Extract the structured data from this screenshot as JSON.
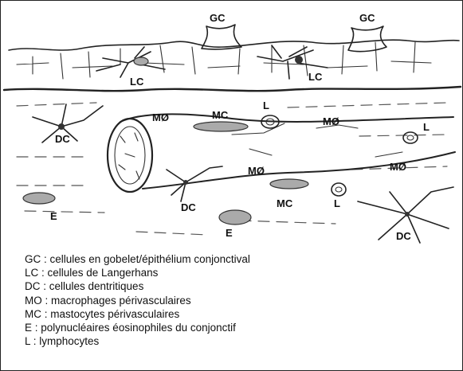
{
  "labels": {
    "gc_left": "GC",
    "gc_right": "GC",
    "lc_left": "LC",
    "lc_right": "LC",
    "dc_left": "DC",
    "dc_center": "DC",
    "dc_right": "DC",
    "mo_top_left": "MØ",
    "mo_top_right": "MØ",
    "mo_center": "MØ",
    "mo_right": "MØ",
    "mc_top": "MC",
    "mc_bottom": "MC",
    "l_top": "L",
    "l_right": "L",
    "l_bottom": "L",
    "e_left": "E",
    "e_center": "E"
  },
  "legend": [
    "GC : cellules en gobelet/épithélium conjonctival",
    "LC : cellules de Langerhans",
    "DC : cellules dentritiques",
    "MO : macrophages périvasculaires",
    "MC : mastocytes périvasculaires",
    "E : polynucléaires éosinophiles du conjonctif",
    "L : lymphocytes"
  ]
}
